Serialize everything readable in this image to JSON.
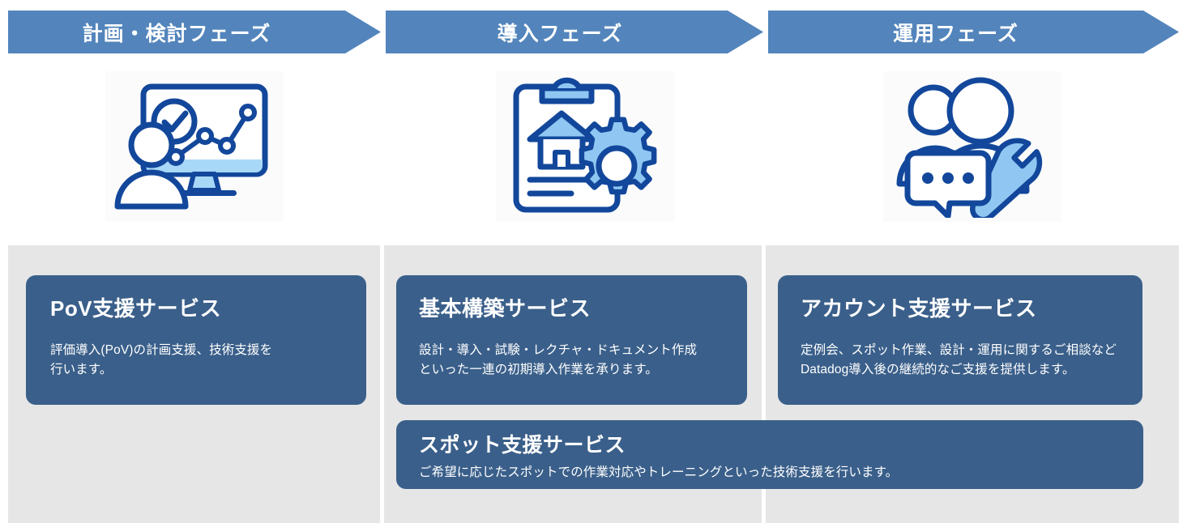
{
  "colors": {
    "banner_blue": "#5385BC",
    "card_blue": "#3A5F8A",
    "band_gray": "#e6e6e6",
    "icon_outline": "#12479B",
    "icon_fill_light": "#8FC7F2",
    "page_background": "#ffffff"
  },
  "phases": [
    {
      "label": "計画・検討フェーズ",
      "icon": "monitor-analytics-check-person-icon"
    },
    {
      "label": "導入フェーズ",
      "icon": "clipboard-house-gear-icon"
    },
    {
      "label": "運用フェーズ",
      "icon": "people-chat-wrench-icon"
    }
  ],
  "services": [
    {
      "title": "PoV支援サービス",
      "description": "評価導入(PoV)の計画支援、技術支援を\n行います。",
      "column": 1
    },
    {
      "title": "基本構築サービス",
      "description": "設計・導入・試験・レクチャ・ドキュメント作成\nといった一連の初期導入作業を承ります。",
      "column": 2
    },
    {
      "title": "アカウント支援サービス",
      "description": "定例会、スポット作業、設計・運用に関するご相談など\nDatadog導入後の継続的なご支援を提供します。",
      "column": 3
    },
    {
      "title": "スポット支援サービス",
      "description": "ご希望に応じたスポットでの作業対応やトレーニングといった技術支援を行います。",
      "column": 2
    }
  ]
}
